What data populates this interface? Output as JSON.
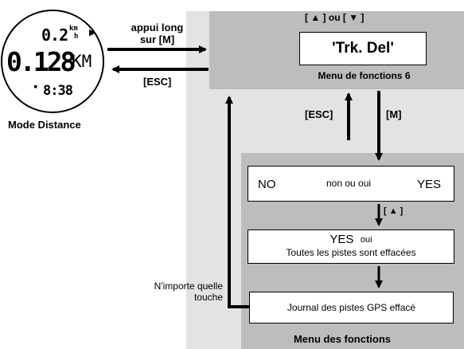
{
  "watch": {
    "line1": "0.2",
    "line1_unit_top": "km",
    "line1_unit_bottom": "h",
    "line2": "0.128",
    "line2_unit": "KM",
    "line3": "8:38",
    "caption": "Mode Distance"
  },
  "arrows": {
    "long_press_line1": "appui long",
    "long_press_line2": "sur [M]",
    "esc_left": "[ESC]",
    "esc_up": "[ESC]",
    "m_down": "[M]",
    "up_down_keys": "[ ▲ ] ou [ ▼ ]",
    "up_key": "[ ▲ ]",
    "any_key_line1": "N'importe quelle",
    "any_key_line2": "touche"
  },
  "menu6": {
    "option": "'Trk. Del'",
    "title": "Menu de fonctions 6"
  },
  "submenu": {
    "choice_no": "NO",
    "choice_middle": "non ou oui",
    "choice_yes": "YES",
    "confirm_yes": "YES",
    "confirm_oui": "oui",
    "confirm_text": "Toutes les pistes sont effacées",
    "done_text": "Journal des pistes GPS effacé",
    "title": "Menu des fonctions"
  }
}
